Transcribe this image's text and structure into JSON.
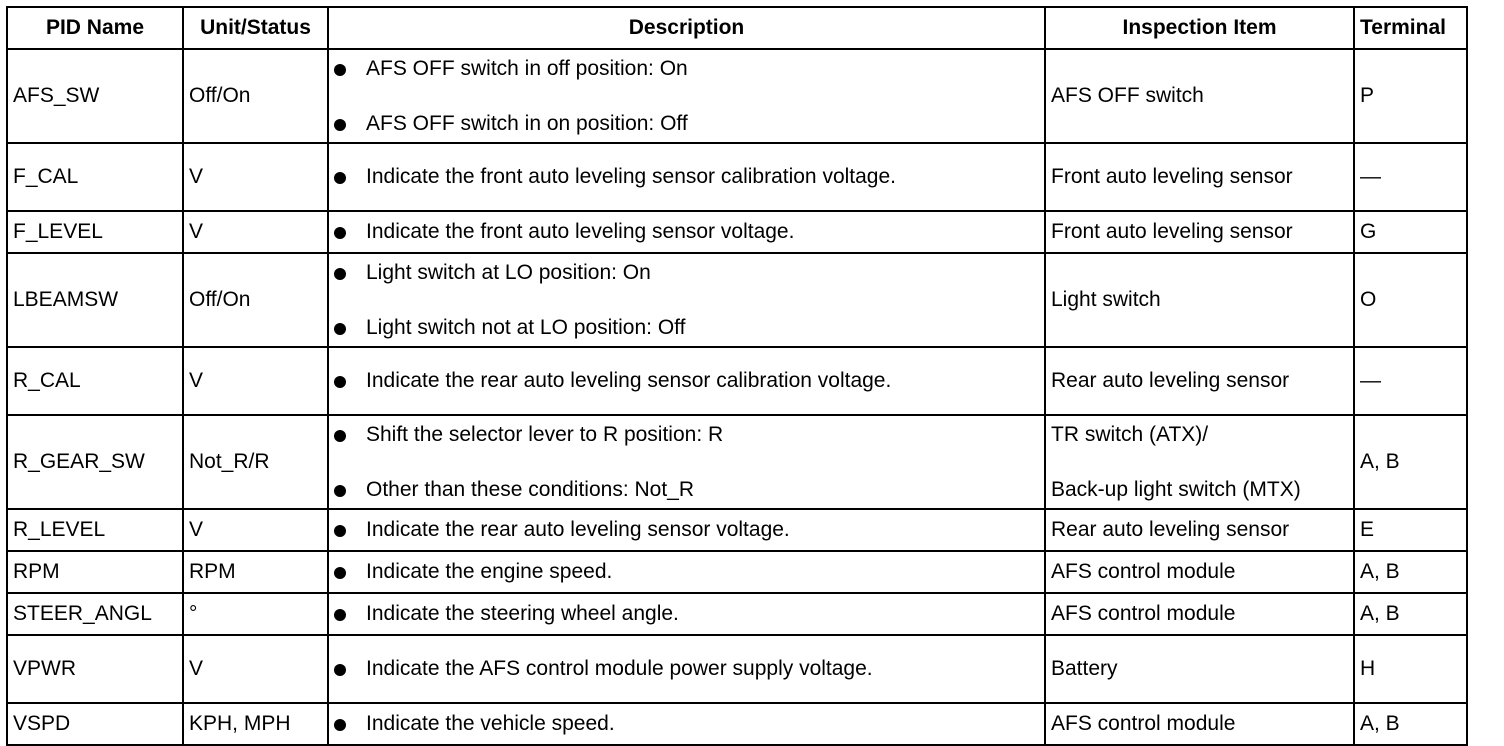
{
  "table": {
    "headers": [
      "PID Name",
      "Unit/Status",
      "Description",
      "Inspection Item",
      "Terminal"
    ],
    "rows": [
      {
        "pid": "AFS_SW",
        "unit": "Off/On",
        "description": [
          "AFS OFF switch in off position: On",
          "AFS OFF switch in on position: Off"
        ],
        "inspection": [
          "AFS OFF switch"
        ],
        "terminal": "P"
      },
      {
        "pid": "F_CAL",
        "unit": "V",
        "description": [
          "Indicate the front auto leveling sensor calibration voltage."
        ],
        "inspection": [
          "Front auto leveling sensor"
        ],
        "terminal": "—"
      },
      {
        "pid": "F_LEVEL",
        "unit": "V",
        "description": [
          "Indicate the front auto leveling sensor voltage."
        ],
        "inspection": [
          "Front auto leveling sensor"
        ],
        "terminal": "G"
      },
      {
        "pid": "LBEAMSW",
        "unit": "Off/On",
        "description": [
          "Light switch at LO position: On",
          "Light switch not at LO position: Off"
        ],
        "inspection": [
          "Light switch"
        ],
        "terminal": "O"
      },
      {
        "pid": "R_CAL",
        "unit": "V",
        "description": [
          "Indicate the rear auto leveling sensor calibration voltage."
        ],
        "inspection": [
          "Rear auto leveling sensor"
        ],
        "terminal": "—"
      },
      {
        "pid": "R_GEAR_SW",
        "unit": "Not_R/R",
        "description": [
          "Shift the selector lever to R position: R",
          "Other than these conditions: Not_R"
        ],
        "inspection": [
          "TR switch (ATX)/",
          "Back-up light switch (MTX)"
        ],
        "terminal": "A, B"
      },
      {
        "pid": "R_LEVEL",
        "unit": "V",
        "description": [
          "Indicate the rear auto leveling sensor voltage."
        ],
        "inspection": [
          "Rear auto leveling sensor"
        ],
        "terminal": "E"
      },
      {
        "pid": "RPM",
        "unit": "RPM",
        "description": [
          "Indicate the engine speed."
        ],
        "inspection": [
          "AFS control module"
        ],
        "terminal": "A, B"
      },
      {
        "pid": "STEER_ANGL",
        "unit": "°",
        "description": [
          "Indicate the steering wheel angle."
        ],
        "inspection": [
          "AFS control module"
        ],
        "terminal": "A, B"
      },
      {
        "pid": "VPWR",
        "unit": "V",
        "description": [
          "Indicate the AFS control module power supply voltage."
        ],
        "inspection": [
          "Battery"
        ],
        "terminal": "H"
      },
      {
        "pid": "VSPD",
        "unit": "KPH, MPH",
        "description": [
          "Indicate the vehicle speed."
        ],
        "inspection": [
          "AFS control module"
        ],
        "terminal": "A, B"
      }
    ]
  }
}
